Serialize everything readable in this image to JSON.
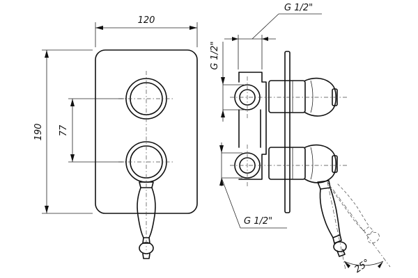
{
  "drawing": {
    "front_view": {
      "width_dim": "120",
      "height_dim": "190",
      "spacing_dim": "77"
    },
    "side_view": {
      "top_thread": "G 1/2\"",
      "vertical_thread": "G 1/2\"",
      "bottom_thread": "G 1/2\"",
      "angle": "25°"
    }
  }
}
